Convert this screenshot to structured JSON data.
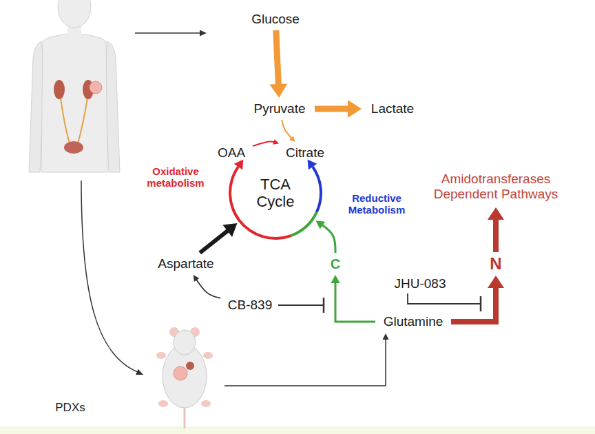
{
  "diagram": {
    "nodes": [
      {
        "text": [
          "Glucose"
        ]
      },
      {
        "text": [
          "Pyruvate"
        ]
      },
      {
        "text": [
          "Lactate"
        ]
      },
      {
        "text": [
          "OAA"
        ]
      },
      {
        "text": [
          "Citrate"
        ]
      },
      {
        "text": [
          "TCA Cycle"
        ]
      },
      {
        "text": [
          "Amidotransferases Dependent Pathways"
        ]
      },
      {
        "text": [
          "Aspartate"
        ]
      },
      {
        "text": [
          "C"
        ]
      },
      {
        "text": [
          "JHU-083"
        ]
      },
      {
        "text": [
          "N"
        ]
      },
      {
        "text": [
          "CB-839"
        ]
      },
      {
        "text": [
          "Glutamine"
        ]
      }
    ],
    "edges": [
      {
        "from": 0,
        "to": 1,
        "arrow": "to"
      },
      {
        "from": 1,
        "to": 2,
        "arrow": "to"
      },
      {
        "from": 1,
        "to": 4,
        "arrow": "to"
      },
      {
        "from": 3,
        "to": 4,
        "arrow": "to"
      },
      {
        "from": 7,
        "to": 5,
        "arrow": "to"
      },
      {
        "from": 11,
        "to": 7,
        "arrow": "to"
      },
      {
        "from": 12,
        "to": 8,
        "arrow": "to"
      },
      {
        "from": 8,
        "to": 5,
        "arrow": "to"
      },
      {
        "from": 12,
        "to": 10,
        "arrow": "to"
      },
      {
        "from": 10,
        "to": 6,
        "arrow": "to"
      }
    ],
    "labels": [
      "Oxidative metabolism",
      "Reductive Metabolism",
      "PDXs"
    ]
  }
}
